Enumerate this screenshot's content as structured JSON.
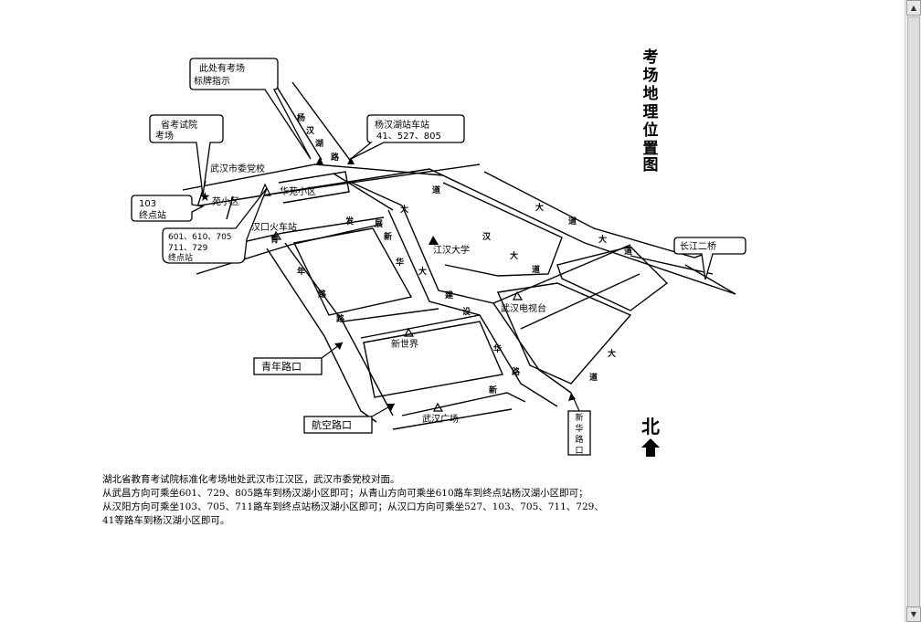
{
  "title_chars": [
    "考",
    "场",
    "地",
    "理",
    "位",
    "置",
    "图"
  ],
  "north": {
    "label": "北"
  },
  "callouts": {
    "sign": "此处有考场",
    "sign2": "标牌指示",
    "exam_board": "省考试院",
    "exam_site": "考场",
    "stop103_a": "103",
    "stop103_b": "终点站",
    "stop601_a": "601、610、705",
    "stop601_b": "711、729",
    "stop601_c": "终点站",
    "yanghan_stop": "杨汉湖站车站",
    "yanghan_routes": "41、527、805",
    "bridge": "长江二桥",
    "qingnian": "青年路口",
    "hangkong": "航空路口",
    "xinhua": "新华路口"
  },
  "places": {
    "party_school": "武汉市委党校",
    "garden": "华苑小区",
    "garden_short": "苑小区",
    "station": "汉口火车站",
    "jianghan_univ": "江汉大学",
    "tv": "武汉电视台",
    "new_world": "新世界",
    "plaza": "武汉广场"
  },
  "road_chars": {
    "r1": "发",
    "r2": "展",
    "r3": "大",
    "r4": "道",
    "r5": "青",
    "r6": "年",
    "r7": "路",
    "r8": "新",
    "r9": "华",
    "r10": "建",
    "r11": "设",
    "r12": "路",
    "r13": "大",
    "r14": "道",
    "r15": "杨",
    "r16": "汉",
    "r17": "湖",
    "r18": "路",
    "r19": "大",
    "r20": "道",
    "r21": "路",
    "r22": "大",
    "r23": "道",
    "r24": "大",
    "r25": "道"
  },
  "description": {
    "line1": "湖北省教育考试院标准化考场地处武汉市江汉区，武汉市委党校对面。",
    "line2": "从武昌方向可乘坐601、729、805路车到杨汉湖小区即可；从青山方向可乘坐610路车到终点站杨汉湖小区即可；",
    "line3": "从汉阳方向可乘坐103、705、711路车到终点站杨汉湖小区即可；从汉口方向可乘坐527、103、705、711、729、",
    "line4": "41等路车到杨汉湖小区即可。"
  }
}
